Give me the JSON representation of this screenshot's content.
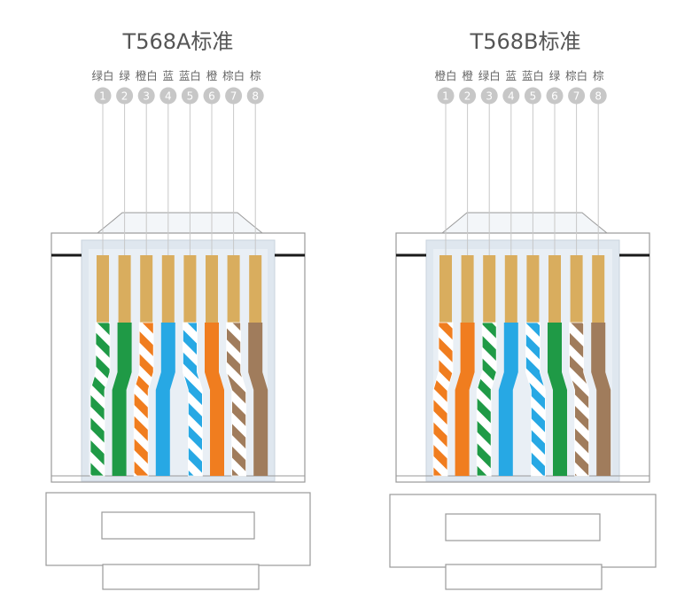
{
  "colors": {
    "green": "#1f9a46",
    "orange": "#f07d1f",
    "blue": "#27a8e4",
    "brown": "#a07c5c",
    "white": "#ffffff",
    "gold": "#d9ad5e",
    "pin_circle": "#c7c7c7",
    "plastic_fill": "#dfe7ef",
    "plastic_inner": "#e9eff5",
    "body_stroke": "#9a9a9a",
    "leader": "#c8c8c8"
  },
  "standards": [
    {
      "title": "T568A标准",
      "pins": [
        {
          "num": "1",
          "label": "绿白",
          "color": "green",
          "striped": true
        },
        {
          "num": "2",
          "label": "绿",
          "color": "green",
          "striped": false
        },
        {
          "num": "3",
          "label": "橙白",
          "color": "orange",
          "striped": true
        },
        {
          "num": "4",
          "label": "蓝",
          "color": "blue",
          "striped": false
        },
        {
          "num": "5",
          "label": "蓝白",
          "color": "blue",
          "striped": true
        },
        {
          "num": "6",
          "label": "橙",
          "color": "orange",
          "striped": false
        },
        {
          "num": "7",
          "label": "棕白",
          "color": "brown",
          "striped": true
        },
        {
          "num": "8",
          "label": "棕",
          "color": "brown",
          "striped": false
        }
      ]
    },
    {
      "title": "T568B标准",
      "pins": [
        {
          "num": "1",
          "label": "橙白",
          "color": "orange",
          "striped": true
        },
        {
          "num": "2",
          "label": "橙",
          "color": "orange",
          "striped": false
        },
        {
          "num": "3",
          "label": "绿白",
          "color": "green",
          "striped": true
        },
        {
          "num": "4",
          "label": "蓝",
          "color": "blue",
          "striped": false
        },
        {
          "num": "5",
          "label": "蓝白",
          "color": "blue",
          "striped": true
        },
        {
          "num": "6",
          "label": "绿",
          "color": "green",
          "striped": false
        },
        {
          "num": "7",
          "label": "棕白",
          "color": "brown",
          "striped": true
        },
        {
          "num": "8",
          "label": "棕",
          "color": "brown",
          "striped": false
        }
      ]
    }
  ]
}
